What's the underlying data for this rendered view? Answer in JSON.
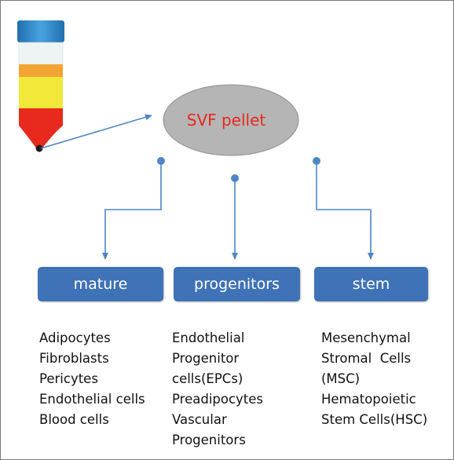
{
  "pellet": {
    "label": "SVF pellet",
    "label_color": "#e8281e",
    "fill": "#b5b5b5"
  },
  "tube": {
    "cap_color": "#2e86c8",
    "layer_colors": [
      "#f2a533",
      "#f2e83a",
      "#e82a1e"
    ]
  },
  "colors": {
    "box": "#3f72b6",
    "connector": "#4f86c6"
  },
  "categories": [
    {
      "label": "mature",
      "items": [
        "Adipocytes",
        "Fibroblasts",
        "Pericytes",
        "Endothelial cells",
        "Blood cells"
      ]
    },
    {
      "label": "progenitors",
      "items": [
        "Endothelial",
        "Progenitor",
        "cells(EPCs)",
        "Preadipocytes",
        "Vascular",
        "Progenitors"
      ]
    },
    {
      "label": "stem",
      "items": [
        "Mesenchymal",
        "Stromal  Cells",
        "(MSC)",
        "Hematopoietic",
        "Stem Cells(HSC)"
      ]
    }
  ]
}
